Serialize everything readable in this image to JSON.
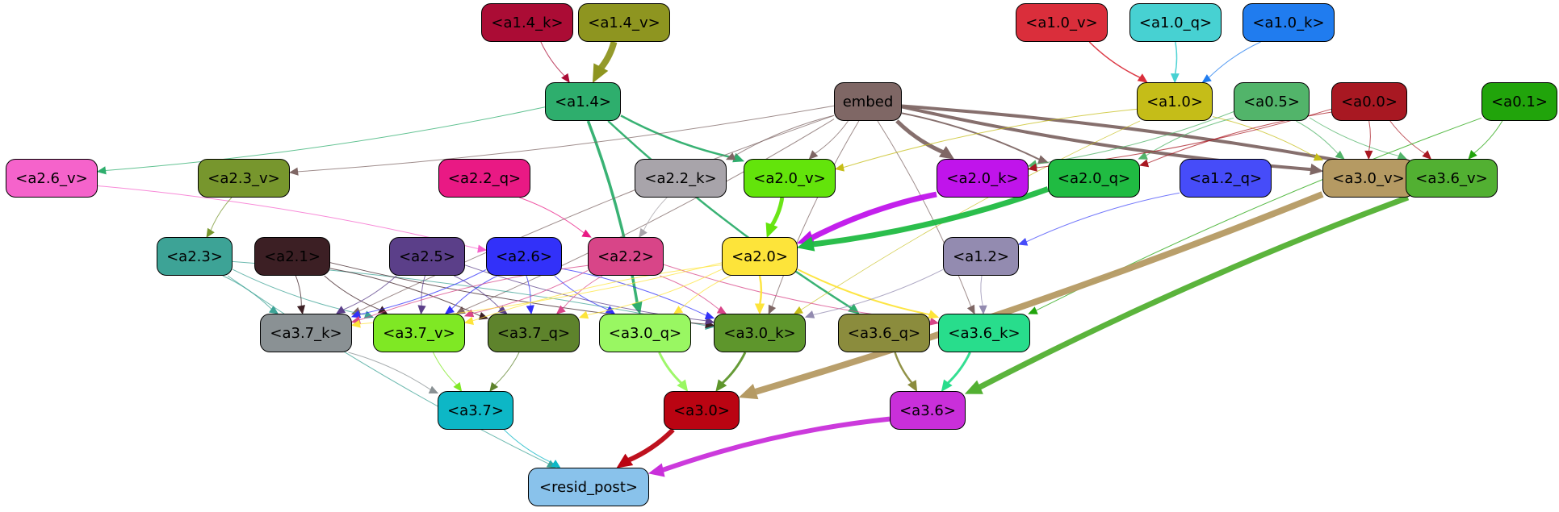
{
  "nodes": [
    {
      "id": "a1_4_k",
      "label": "<a1.4_k>",
      "color": "#ab0c35"
    },
    {
      "id": "a1_4_v",
      "label": "<a1.4_v>",
      "color": "#8e9520"
    },
    {
      "id": "a1_0_v",
      "label": "<a1.0_v>",
      "color": "#da2e3b"
    },
    {
      "id": "a1_0_q",
      "label": "<a1.0_q>",
      "color": "#47d1d2"
    },
    {
      "id": "a1_0_k",
      "label": "<a1.0_k>",
      "color": "#207cef"
    },
    {
      "id": "a1_4",
      "label": "<a1.4>",
      "color": "#2eae6d"
    },
    {
      "id": "embed",
      "label": "embed",
      "color": "#7f6765"
    },
    {
      "id": "a1_0",
      "label": "<a1.0>",
      "color": "#c5bd18"
    },
    {
      "id": "a0_5",
      "label": "<a0.5>",
      "color": "#52b46a"
    },
    {
      "id": "a0_0",
      "label": "<a0.0>",
      "color": "#a81822"
    },
    {
      "id": "a0_1",
      "label": "<a0.1>",
      "color": "#21a40b"
    },
    {
      "id": "a2_6_v",
      "label": "<a2.6_v>",
      "color": "#f563cb"
    },
    {
      "id": "a2_3_v",
      "label": "<a2.3_v>",
      "color": "#77962d"
    },
    {
      "id": "a2_2_q",
      "label": "<a2.2_q>",
      "color": "#e91984"
    },
    {
      "id": "a2_2_k",
      "label": "<a2.2_k>",
      "color": "#a8a4aa"
    },
    {
      "id": "a2_0_v",
      "label": "<a2.0_v>",
      "color": "#63e40b"
    },
    {
      "id": "a2_0_k",
      "label": "<a2.0_k>",
      "color": "#c014eb"
    },
    {
      "id": "a2_0_q",
      "label": "<a2.0_q>",
      "color": "#20bb42"
    },
    {
      "id": "a1_2_q",
      "label": "<a1.2_q>",
      "color": "#464cf9"
    },
    {
      "id": "a3_0_v",
      "label": "<a3.0_v>",
      "color": "#b59a63"
    },
    {
      "id": "a3_6_v",
      "label": "<a3.6_v>",
      "color": "#52b032"
    },
    {
      "id": "a2_3",
      "label": "<a2.3>",
      "color": "#3da396"
    },
    {
      "id": "a2_1",
      "label": "<a2.1>",
      "color": "#3c1f24"
    },
    {
      "id": "a2_5",
      "label": "<a2.5>",
      "color": "#5b3f89"
    },
    {
      "id": "a2_6",
      "label": "<a2.6>",
      "color": "#3231f9"
    },
    {
      "id": "a2_2",
      "label": "<a2.2>",
      "color": "#d84588"
    },
    {
      "id": "a2_0",
      "label": "<a2.0>",
      "color": "#fde43a"
    },
    {
      "id": "a1_2",
      "label": "<a1.2>",
      "color": "#938bb0"
    },
    {
      "id": "a3_7_k",
      "label": "<a3.7_k>",
      "color": "#8a9194"
    },
    {
      "id": "a3_7_v",
      "label": "<a3.7_v>",
      "color": "#7fe824"
    },
    {
      "id": "a3_7_q",
      "label": "<a3.7_q>",
      "color": "#5e832c"
    },
    {
      "id": "a3_0_q",
      "label": "<a3.0_q>",
      "color": "#99f762"
    },
    {
      "id": "a3_0_k",
      "label": "<a3.0_k>",
      "color": "#5e962c"
    },
    {
      "id": "a3_6_q",
      "label": "<a3.6_q>",
      "color": "#8b8c3d"
    },
    {
      "id": "a3_6_k",
      "label": "<a3.6_k>",
      "color": "#28dd8c"
    },
    {
      "id": "a3_7",
      "label": "<a3.7>",
      "color": "#0db7c6"
    },
    {
      "id": "a3_0",
      "label": "<a3.0>",
      "color": "#ba0412"
    },
    {
      "id": "a3_6",
      "label": "<a3.6>",
      "color": "#c92fda"
    },
    {
      "id": "resid_post",
      "label": "<resid_post>",
      "color": "#89c2eb"
    }
  ],
  "edges": [
    {
      "from": "a1_4_k",
      "to": "a1_4",
      "color": "#ab0c35",
      "weight": 1
    },
    {
      "from": "a1_4_v",
      "to": "a1_4",
      "color": "#8e9520",
      "weight": 8
    },
    {
      "from": "a1_0_v",
      "to": "a1_0",
      "color": "#da2e3b",
      "weight": 1.5
    },
    {
      "from": "a1_0_q",
      "to": "a1_0",
      "color": "#47d1d2",
      "weight": 1.5
    },
    {
      "from": "a1_0_k",
      "to": "a1_0",
      "color": "#207cef",
      "weight": 1
    },
    {
      "from": "a1_4",
      "to": "a2_6_v",
      "color": "#2eae6d",
      "weight": 1
    },
    {
      "from": "a1_4",
      "to": "a2_0_v",
      "color": "#2eae6d",
      "weight": 2.5
    },
    {
      "from": "a1_4",
      "to": "a3_0_q",
      "color": "#2eae6d",
      "weight": 3.5
    },
    {
      "from": "a1_4",
      "to": "a3_6_q",
      "color": "#2eae6d",
      "weight": 2.5
    },
    {
      "from": "embed",
      "to": "a2_3_v",
      "color": "#7f6765",
      "weight": 1
    },
    {
      "from": "embed",
      "to": "a2_2_k",
      "color": "#7f6765",
      "weight": 1
    },
    {
      "from": "embed",
      "to": "a2_0_v",
      "color": "#7f6765",
      "weight": 1
    },
    {
      "from": "embed",
      "to": "a2_0_k",
      "color": "#7f6765",
      "weight": 5
    },
    {
      "from": "embed",
      "to": "a2_0_q",
      "color": "#7f6765",
      "weight": 2
    },
    {
      "from": "embed",
      "to": "a3_0_v",
      "color": "#7f6765",
      "weight": 4
    },
    {
      "from": "embed",
      "to": "a3_6_v",
      "color": "#7f6765",
      "weight": 4
    },
    {
      "from": "embed",
      "to": "a3_7_k",
      "color": "#7f6765",
      "weight": 1
    },
    {
      "from": "embed",
      "to": "a3_7_v",
      "color": "#7f6765",
      "weight": 1
    },
    {
      "from": "embed",
      "to": "a3_0_k",
      "color": "#7f6765",
      "weight": 1
    },
    {
      "from": "embed",
      "to": "a3_6_k",
      "color": "#7f6765",
      "weight": 1
    },
    {
      "from": "a1_0",
      "to": "a2_0_v",
      "color": "#c5bd18",
      "weight": 1
    },
    {
      "from": "a1_0",
      "to": "a3_0_v",
      "color": "#c5bd18",
      "weight": 1
    },
    {
      "from": "a1_0",
      "to": "a3_0_k",
      "color": "#c5bd18",
      "weight": 0.8
    },
    {
      "from": "a0_5",
      "to": "a2_0_k",
      "color": "#52b46a",
      "weight": 1
    },
    {
      "from": "a0_5",
      "to": "a2_0_q",
      "color": "#52b46a",
      "weight": 1
    },
    {
      "from": "a0_5",
      "to": "a3_0_v",
      "color": "#52b46a",
      "weight": 1
    },
    {
      "from": "a0_5",
      "to": "a3_6_v",
      "color": "#52b46a",
      "weight": 1
    },
    {
      "from": "a0_0",
      "to": "a2_0_k",
      "color": "#a81822",
      "weight": 1
    },
    {
      "from": "a0_0",
      "to": "a2_0_q",
      "color": "#a81822",
      "weight": 1
    },
    {
      "from": "a0_0",
      "to": "a3_0_v",
      "color": "#a81822",
      "weight": 1
    },
    {
      "from": "a0_0",
      "to": "a3_6_v",
      "color": "#a81822",
      "weight": 1
    },
    {
      "from": "a0_1",
      "to": "a3_6_v",
      "color": "#21a40b",
      "weight": 1
    },
    {
      "from": "a0_1",
      "to": "a3_6_k",
      "color": "#21a40b",
      "weight": 1
    },
    {
      "from": "a2_6_v",
      "to": "a2_6",
      "color": "#f563cb",
      "weight": 1
    },
    {
      "from": "a2_3_v",
      "to": "a2_3",
      "color": "#77962d",
      "weight": 1
    },
    {
      "from": "a2_2_q",
      "to": "a2_2",
      "color": "#e91984",
      "weight": 1
    },
    {
      "from": "a2_2_k",
      "to": "a2_2",
      "color": "#a8a4aa",
      "weight": 1
    },
    {
      "from": "a2_0_v",
      "to": "a2_0",
      "color": "#63e40b",
      "weight": 5
    },
    {
      "from": "a2_0_k",
      "to": "a2_0",
      "color": "#c014eb",
      "weight": 7
    },
    {
      "from": "a2_0_q",
      "to": "a2_0",
      "color": "#20bb42",
      "weight": 7
    },
    {
      "from": "a1_2_q",
      "to": "a1_2",
      "color": "#464cf9",
      "weight": 1
    },
    {
      "from": "a3_0_v",
      "to": "a3_0",
      "color": "#b59a63",
      "weight": 8
    },
    {
      "from": "a3_6_v",
      "to": "a3_6",
      "color": "#52b032",
      "weight": 7
    },
    {
      "from": "a2_3",
      "to": "a3_7_k",
      "color": "#3da396",
      "weight": 1
    },
    {
      "from": "a2_3",
      "to": "a3_7_v",
      "color": "#3da396",
      "weight": 1
    },
    {
      "from": "a2_3",
      "to": "a3_0_k",
      "color": "#3da396",
      "weight": 1
    },
    {
      "from": "a2_3",
      "to": "resid_post",
      "color": "#3da396",
      "weight": 1
    },
    {
      "from": "a2_1",
      "to": "a3_7_k",
      "color": "#3c1f24",
      "weight": 1
    },
    {
      "from": "a2_1",
      "to": "a3_7_v",
      "color": "#3c1f24",
      "weight": 1
    },
    {
      "from": "a2_1",
      "to": "a3_7_q",
      "color": "#3c1f24",
      "weight": 1
    },
    {
      "from": "a2_1",
      "to": "a3_0_k",
      "color": "#3c1f24",
      "weight": 1
    },
    {
      "from": "a2_5",
      "to": "a3_7_k",
      "color": "#5b3f89",
      "weight": 1
    },
    {
      "from": "a2_5",
      "to": "a3_7_v",
      "color": "#5b3f89",
      "weight": 1
    },
    {
      "from": "a2_5",
      "to": "a3_7_q",
      "color": "#5b3f89",
      "weight": 1
    },
    {
      "from": "a2_5",
      "to": "a3_0_k",
      "color": "#5b3f89",
      "weight": 1
    },
    {
      "from": "a2_6",
      "to": "a3_7_k",
      "color": "#3231f9",
      "weight": 1
    },
    {
      "from": "a2_6",
      "to": "a3_7_v",
      "color": "#3231f9",
      "weight": 1
    },
    {
      "from": "a2_6",
      "to": "a3_7_q",
      "color": "#3231f9",
      "weight": 1
    },
    {
      "from": "a2_6",
      "to": "a3_0_q",
      "color": "#3231f9",
      "weight": 1
    },
    {
      "from": "a2_6",
      "to": "a3_0_k",
      "color": "#3231f9",
      "weight": 1
    },
    {
      "from": "a2_2",
      "to": "a3_7_k",
      "color": "#d84588",
      "weight": 1
    },
    {
      "from": "a2_2",
      "to": "a3_7_v",
      "color": "#d84588",
      "weight": 1
    },
    {
      "from": "a2_2",
      "to": "a3_7_q",
      "color": "#d84588",
      "weight": 1
    },
    {
      "from": "a2_2",
      "to": "a3_0_k",
      "color": "#d84588",
      "weight": 1
    },
    {
      "from": "a2_2",
      "to": "a3_6_k",
      "color": "#d84588",
      "weight": 1
    },
    {
      "from": "a2_0",
      "to": "a3_7_k",
      "color": "#fde43a",
      "weight": 1
    },
    {
      "from": "a2_0",
      "to": "a3_7_v",
      "color": "#fde43a",
      "weight": 1
    },
    {
      "from": "a2_0",
      "to": "a3_7_q",
      "color": "#fde43a",
      "weight": 1
    },
    {
      "from": "a2_0",
      "to": "a3_0_q",
      "color": "#fde43a",
      "weight": 1
    },
    {
      "from": "a2_0",
      "to": "a3_0_k",
      "color": "#fde43a",
      "weight": 2.5
    },
    {
      "from": "a2_0",
      "to": "a3_6_k",
      "color": "#fde43a",
      "weight": 2
    },
    {
      "from": "a1_2",
      "to": "a3_0_k",
      "color": "#938bb0",
      "weight": 1
    },
    {
      "from": "a1_2",
      "to": "a3_6_k",
      "color": "#938bb0",
      "weight": 1
    },
    {
      "from": "a3_7_k",
      "to": "a3_7",
      "color": "#8a9194",
      "weight": 1
    },
    {
      "from": "a3_7_v",
      "to": "a3_7",
      "color": "#7fe824",
      "weight": 1
    },
    {
      "from": "a3_7_q",
      "to": "a3_7",
      "color": "#5e832c",
      "weight": 1
    },
    {
      "from": "a3_0_q",
      "to": "a3_0",
      "color": "#99f762",
      "weight": 3
    },
    {
      "from": "a3_0_k",
      "to": "a3_0",
      "color": "#5e962c",
      "weight": 3
    },
    {
      "from": "a3_6_q",
      "to": "a3_6",
      "color": "#8b8c3d",
      "weight": 2.5
    },
    {
      "from": "a3_6_k",
      "to": "a3_6",
      "color": "#28dd8c",
      "weight": 3
    },
    {
      "from": "a3_7",
      "to": "resid_post",
      "color": "#0db7c6",
      "weight": 1
    },
    {
      "from": "a3_0",
      "to": "resid_post",
      "color": "#ba0412",
      "weight": 6
    },
    {
      "from": "a3_6",
      "to": "resid_post",
      "color": "#c92fda",
      "weight": 6
    }
  ]
}
